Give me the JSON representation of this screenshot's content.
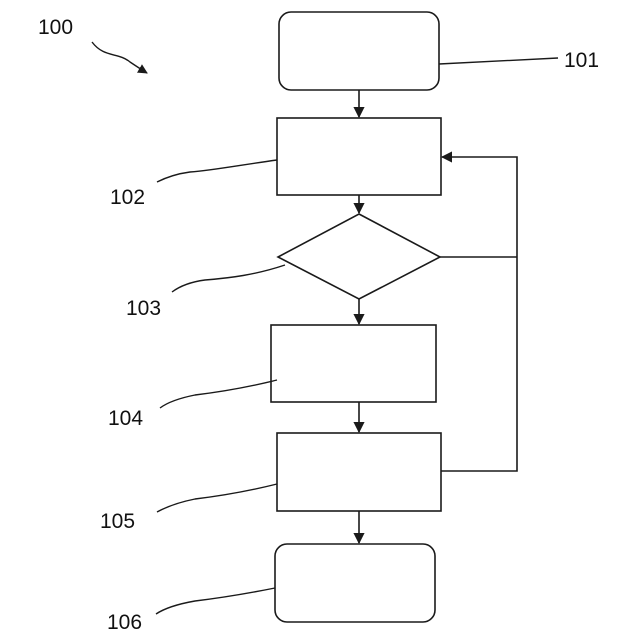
{
  "figure": {
    "label": "100"
  },
  "nodes": [
    {
      "id": "101",
      "label": "101",
      "shape": "rounded-rectangle"
    },
    {
      "id": "102",
      "label": "102",
      "shape": "rectangle"
    },
    {
      "id": "103",
      "label": "103",
      "shape": "diamond"
    },
    {
      "id": "104",
      "label": "104",
      "shape": "rectangle"
    },
    {
      "id": "105",
      "label": "105",
      "shape": "rectangle"
    },
    {
      "id": "106",
      "label": "106",
      "shape": "rounded-rectangle"
    }
  ],
  "edges": [
    {
      "from": "101",
      "to": "102"
    },
    {
      "from": "102",
      "to": "103"
    },
    {
      "from": "103",
      "to": "104"
    },
    {
      "from": "104",
      "to": "105"
    },
    {
      "from": "105",
      "to": "106"
    },
    {
      "from": "103",
      "to": "102",
      "kind": "feedback"
    },
    {
      "from": "105",
      "to": "102",
      "kind": "feedback"
    }
  ],
  "colors": {
    "stroke": "#1a1a1a",
    "text": "#111111",
    "background": "#ffffff"
  }
}
